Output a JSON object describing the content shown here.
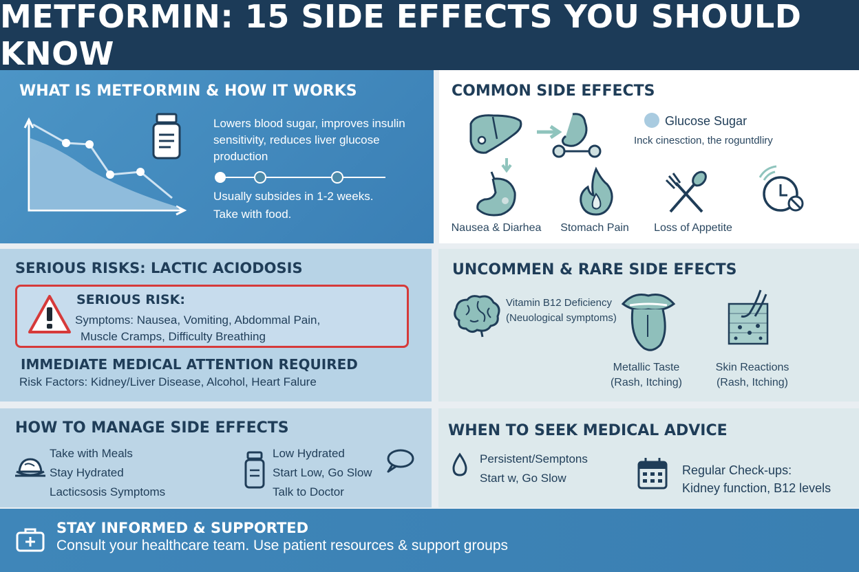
{
  "header": {
    "title": "METFORMIN: 15 SIDE EFFECTS YOU SHOULD KNOW"
  },
  "what": {
    "title": "WHAT IS METFORMIN & HOW IT WORKS",
    "description": "Lowers blood sugar, improves insulin sensitivity, reduces liver glucose production",
    "note_line1": "Usually subsides in 1-2 weeks.",
    "note_line2": "Take with food."
  },
  "common": {
    "title": "COMMON SIDE EFFECTS",
    "legend_label": "Glucose Sugar",
    "legend_note": "Inck cinesction, the roguntdliry",
    "items": [
      {
        "label": "Nausea & Diarhea",
        "icon": "stomach-icon"
      },
      {
        "label": "Stomach Pain",
        "icon": "flame-icon"
      },
      {
        "label": "Loss of Appetite",
        "icon": "fork-spoon-icon"
      }
    ]
  },
  "serious": {
    "title": "SERIOUS RISKS: LACTIC ACIODOSIS",
    "box_title": "SERIOUS RISK:",
    "box_line1": "Symptoms: Nausea, Vomiting, Abdommal Pain,",
    "box_line2": "Muscle Cramps, Difficulty Breathing",
    "attention": "IMMEDIATE MEDICAL ATTENTION REQUIRED",
    "risk_factors": "Risk Factors: Kidney/Liver Disease, Alcohol, Heart Falure",
    "colors": {
      "alert": "#d63a3a"
    }
  },
  "rare": {
    "title": "UNCOMMEN & RARE SIDE EFECTS",
    "b12_line1": "Vitamin B12 Deficiency",
    "b12_line2": "(Neuological symptoms)",
    "taste_line1": "Metallic Taste",
    "taste_line2": "(Rash, Itching)",
    "skin_line1": "Skin Reactions",
    "skin_line2": "(Rash, Itching)"
  },
  "manage": {
    "title": "HOW TO MANAGE SIDE EFFECTS",
    "left_items": [
      "Take with Meals",
      "Stay Hydrated",
      "Lacticsosis Symptoms"
    ],
    "right_items": [
      "Low Hydrated",
      "Start Low, Go Slow",
      "Talk to Doctor"
    ]
  },
  "seek": {
    "title": "WHEN TO SEEK MEDICAL ADVICE",
    "left_line1": "Persistent/Semptons",
    "left_line2": "Start w, Go Slow",
    "right_line1": "Regular Check-ups:",
    "right_line2": "Kidney function, B12 levels"
  },
  "footer": {
    "title": "STAY INFORMED & SUPPORTED",
    "text": "Consult your healthcare team. Use patient resources & support groups"
  }
}
